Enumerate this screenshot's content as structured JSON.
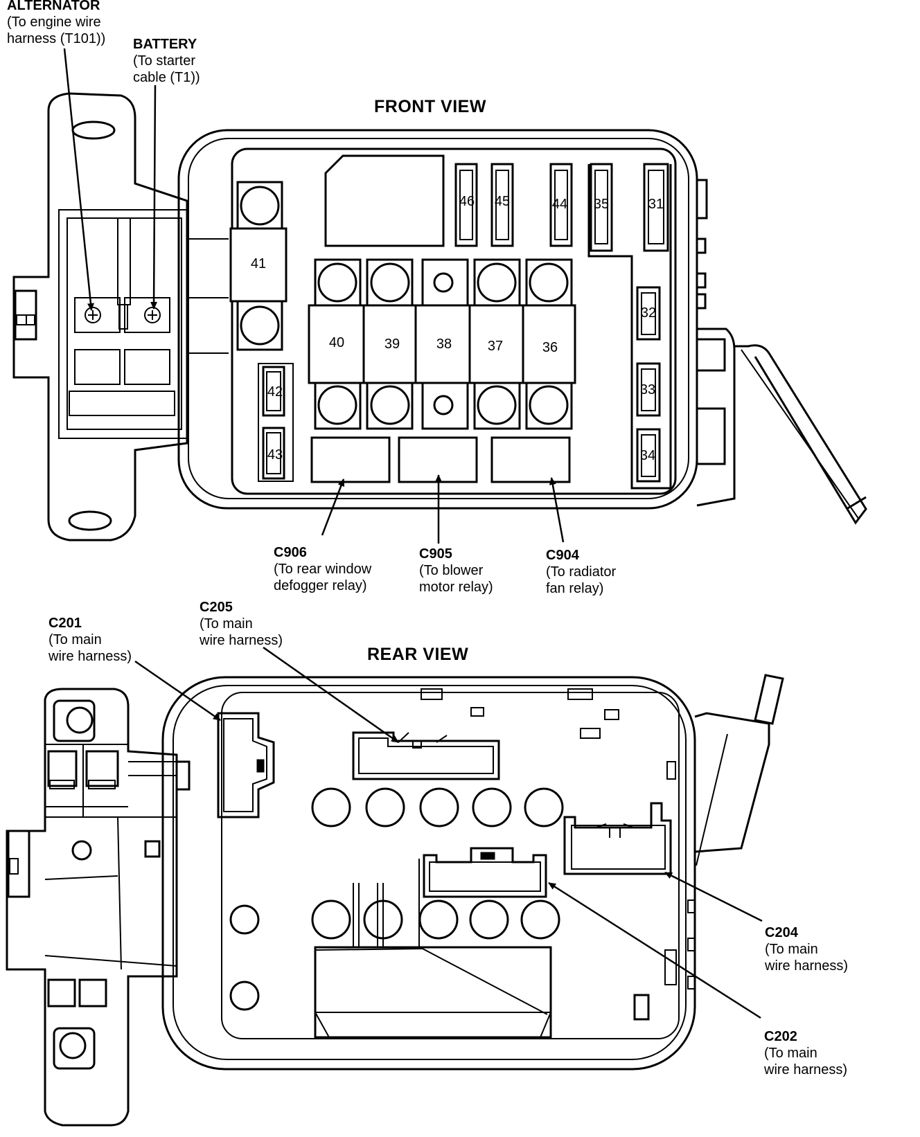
{
  "titles": {
    "front": "FRONT VIEW",
    "rear": "REAR VIEW"
  },
  "terminals": {
    "alternator": {
      "name": "ALTERNATOR",
      "line1": "(To engine wire",
      "line2": "harness (T101))"
    },
    "battery": {
      "name": "BATTERY",
      "line1": "(To starter",
      "line2": "cable (T1))"
    }
  },
  "front_connectors": {
    "c906": {
      "name": "C906",
      "line1": "(To rear window",
      "line2": "defogger relay)"
    },
    "c905": {
      "name": "C905",
      "line1": "(To blower",
      "line2": "motor relay)"
    },
    "c904": {
      "name": "C904",
      "line1": "(To radiator",
      "line2": "fan relay)"
    }
  },
  "rear_connectors": {
    "c201": {
      "name": "C201",
      "line1": "(To main",
      "line2": "wire harness)"
    },
    "c205": {
      "name": "C205",
      "line1": "(To main",
      "line2": "wire harness)"
    },
    "c204": {
      "name": "C204",
      "line1": "(To main",
      "line2": "wire harness)"
    },
    "c202": {
      "name": "C202",
      "line1": "(To main",
      "line2": "wire harness)"
    }
  },
  "fuses": {
    "f31": "31",
    "f32": "32",
    "f33": "33",
    "f34": "34",
    "f35": "35",
    "f36": "36",
    "f37": "37",
    "f38": "38",
    "f39": "39",
    "f40": "40",
    "f41": "41",
    "f42": "42",
    "f43": "43",
    "f44": "44",
    "f45": "45",
    "f46": "46"
  }
}
